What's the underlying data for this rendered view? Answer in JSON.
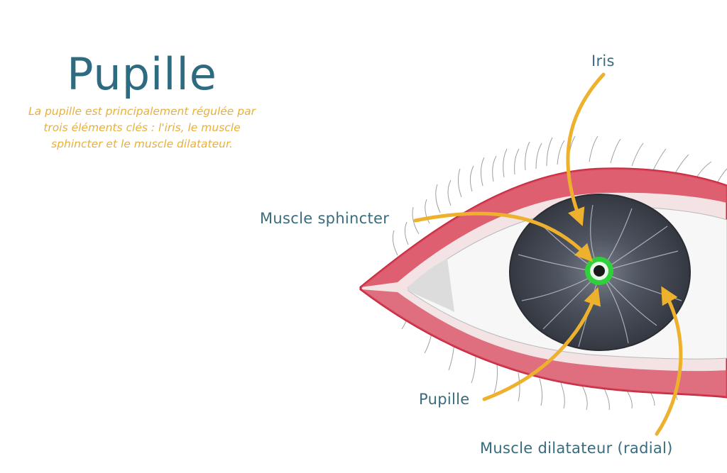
{
  "page": {
    "title": "Pupille",
    "subtitle": "La pupille est principalement régulée par trois éléments clés : l'iris, le muscle sphincter et le muscle dilatateur."
  },
  "labels": {
    "iris": "Iris",
    "sphincter": "Muscle sphincter",
    "pupille": "Pupille",
    "dilatateur": "Muscle dilatateur (radial)"
  },
  "colors": {
    "title": "#2e6b80",
    "subtitle": "#e8b03c",
    "label": "#3a6b7c",
    "arrow": "#eeb12e",
    "eyelid": "#c8283f",
    "iris": "#474c57",
    "pupil_ring": "#2fd13a"
  }
}
